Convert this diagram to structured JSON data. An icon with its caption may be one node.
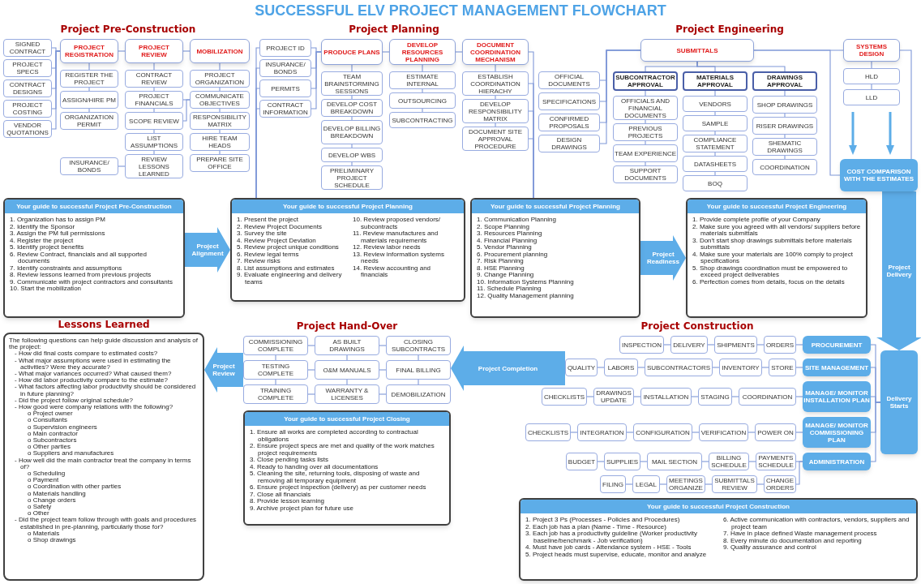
{
  "diagram": {
    "title": "SUCCESSFUL ELV PROJECT MANAGEMENT FLOWCHART",
    "nodes": [
      {
        "text": [
          "SIGNED CONTRACT"
        ]
      },
      {
        "text": [
          "PROJECT SPECS"
        ]
      },
      {
        "text": [
          "CONTRACT DESIGNS"
        ]
      },
      {
        "text": [
          "PROJECT COSTING"
        ]
      },
      {
        "text": [
          "VENDOR QUOTATIONS"
        ]
      },
      {
        "text": [
          "PROJECT REGISTRATION"
        ]
      },
      {
        "text": [
          "PROJECT REVIEW"
        ]
      },
      {
        "text": [
          "MOBILIZATION"
        ]
      },
      {
        "text": [
          "REGISTER THE PROJECT"
        ]
      },
      {
        "text": [
          "ASSIGN/HIRE PM"
        ]
      },
      {
        "text": [
          "ORGANIZATION PERMIT"
        ]
      },
      {
        "text": [
          "CONTRACT REVIEW"
        ]
      },
      {
        "text": [
          "PROJECT FINANCIALS"
        ]
      },
      {
        "text": [
          "SCOPE REVIEW"
        ]
      },
      {
        "text": [
          "LIST ASSUMPTIONS"
        ]
      },
      {
        "text": [
          "INSURANCE/ BONDS"
        ]
      },
      {
        "text": [
          "REVIEW LESSONS LEARNED"
        ]
      },
      {
        "text": [
          "PROJECT ORGANIZATION"
        ]
      },
      {
        "text": [
          "COMMUNICATE OBJECTIVES"
        ]
      },
      {
        "text": [
          "RESPONSIBILITY MATRIX"
        ]
      },
      {
        "text": [
          "HIRE TEAM HEADS"
        ]
      },
      {
        "text": [
          "PREPARE SITE OFFICE"
        ]
      },
      {
        "text": [
          "Your guide to successful Project Pre-Construction",
          "1. Organization has to assign PM",
          "2. Identify the Sponsor",
          "3. Assign the PM full permissions",
          "4. Register the project",
          "5. Identify project benefits",
          "6. Review Contract, financials and all supported documents",
          "7. Identify constraints and assumptions",
          "8. Review lessons learned from previous projects",
          "9. Communicate with project contractors and consultants",
          "10. Start the mobilization"
        ]
      },
      {
        "text": [
          "Your guide to successful Project Planning",
          "1. Present the project",
          "2. Review Project Documents",
          "3. Survey the site",
          "4. Review Project Deviation",
          "5. Review project unique conditions",
          "6. Review legal terms",
          "7. Review risks",
          "8. List assumptions and estimates",
          "9. Evaluate engineering and delivery teams",
          "10. Review proposed vendors/ subcontracts",
          "11. Review manufactures and materials requirements",
          "12. Review labor needs",
          "13. Review information systems needs",
          "14. Review accounting and financials"
        ]
      },
      {
        "text": [
          "PROJECT ID"
        ]
      },
      {
        "text": [
          "INSURANCE/ BONDS"
        ]
      },
      {
        "text": [
          "PERMITS"
        ]
      },
      {
        "text": [
          "CONTRACT INFORMATION"
        ]
      },
      {
        "text": [
          "PRODUCE PLANS"
        ]
      },
      {
        "text": [
          "DEVELOP RESOURCES PLANNING"
        ]
      },
      {
        "text": [
          "DOCUMENT COORDINATION MECHANISM"
        ]
      },
      {
        "text": [
          "TEAM BRAINSTORMING SESSIONS"
        ]
      },
      {
        "text": [
          "DEVELOP COST BREAKDOWN"
        ]
      },
      {
        "text": [
          "DEVELOP BILLING BREAKDOWN"
        ]
      },
      {
        "text": [
          "DEVELOP WBS"
        ]
      },
      {
        "text": [
          "PRELIMINARY PROJECT SCHEDULE"
        ]
      },
      {
        "text": [
          "ESTIMATE INTERNAL"
        ]
      },
      {
        "text": [
          "OUTSOURCING"
        ]
      },
      {
        "text": [
          "SUBCONTRACTING"
        ]
      },
      {
        "text": [
          "ESTABLISH COORDINATION HIERACHY"
        ]
      },
      {
        "text": [
          "DEVELOP RESPONSIBILITY MATRIX"
        ]
      },
      {
        "text": [
          "DOCUMENT SITE APPROVAL PROCEDURE"
        ]
      },
      {
        "text": [
          "Your guide to successful Project Planning",
          "1. Communication Planning",
          "2. Scope Planning",
          "3. Resources Planning",
          "4. Financial Planning",
          "5. Vendor Planning",
          "6. Procurement planning",
          "7. Risk Planning",
          "8. HSE Planning",
          "9. Change Planning",
          "10. Information Systems Planning",
          "11. Schedule Planning",
          "12. Quality Management planning"
        ]
      },
      {
        "text": [
          "OFFICIAL DOCUMENTS"
        ]
      },
      {
        "text": [
          "SPECIFICATIONS"
        ]
      },
      {
        "text": [
          "CONFIRMED PROPOSALS"
        ]
      },
      {
        "text": [
          "DESIGN DRAWINGS"
        ]
      },
      {
        "text": [
          "SUBMITTALS"
        ]
      },
      {
        "text": [
          "SYSTEMS DESIGN"
        ]
      },
      {
        "text": [
          "SUBCONTRACTOR APPROVAL"
        ]
      },
      {
        "text": [
          "MATERIALS APPROVAL"
        ]
      },
      {
        "text": [
          "DRAWINGS APPROVAL"
        ]
      },
      {
        "text": [
          "OFFICIALS AND FINANCIAL DOCUMENTS"
        ]
      },
      {
        "text": [
          "PREVIOUS PROJECTS"
        ]
      },
      {
        "text": [
          "TEAM EXPERIENCE"
        ]
      },
      {
        "text": [
          "SUPPORT DOCUMENTS"
        ]
      },
      {
        "text": [
          "VENDORS"
        ]
      },
      {
        "text": [
          "SAMPLE"
        ]
      },
      {
        "text": [
          "COMPLIANCE STATEMENT"
        ]
      },
      {
        "text": [
          "DATASHEETS"
        ]
      },
      {
        "text": [
          "BOQ"
        ]
      },
      {
        "text": [
          "SHOP DRAWINGS"
        ]
      },
      {
        "text": [
          "RISER DRAWINGS"
        ]
      },
      {
        "text": [
          "SHEMATIC DRAWINGS"
        ]
      },
      {
        "text": [
          "COORDINATION"
        ]
      },
      {
        "text": [
          "HLD"
        ]
      },
      {
        "text": [
          "LLD"
        ]
      },
      {
        "text": [
          "COST COMPARISON WITH THE ESTIMATES"
        ]
      },
      {
        "text": [
          "Your guide to successful Project Engineering",
          "1. Provide complete profile of your Company",
          "2. Make sure you agreed with all vendors/ suppliers before materials submittals",
          "3. Don't start shop drawings submittals before materials submittals",
          "4. Make sure your materials are 100% comply to project specifications",
          "5. Shop drawings coordination must be empowered to exceed project deliverables",
          "6. Perfection comes from details, focus on the details"
        ]
      },
      {
        "text": [
          "INSPECTION"
        ]
      },
      {
        "text": [
          "DELIVERY"
        ]
      },
      {
        "text": [
          "SHIPMENTS"
        ]
      },
      {
        "text": [
          "ORDERS"
        ]
      },
      {
        "text": [
          "PROCUREMENT"
        ]
      },
      {
        "text": [
          "QUALITY"
        ]
      },
      {
        "text": [
          "LABORS"
        ]
      },
      {
        "text": [
          "SUBCONTRACTORS"
        ]
      },
      {
        "text": [
          "INVENTORY"
        ]
      },
      {
        "text": [
          "STORE"
        ]
      },
      {
        "text": [
          "SITE MANAGEMENT"
        ]
      },
      {
        "text": [
          "CHECKLISTS"
        ]
      },
      {
        "text": [
          "DRAWINGS UPDATE"
        ]
      },
      {
        "text": [
          "INSTALLATION"
        ]
      },
      {
        "text": [
          "STAGING"
        ]
      },
      {
        "text": [
          "COORDINATION"
        ]
      },
      {
        "text": [
          "MANAGE/ MONITOR INSTALLATION PLAN"
        ]
      },
      {
        "text": [
          "CHECKLISTS"
        ]
      },
      {
        "text": [
          "INTEGRATION"
        ]
      },
      {
        "text": [
          "CONFIGURATION"
        ]
      },
      {
        "text": [
          "VERIFICATION"
        ]
      },
      {
        "text": [
          "POWER ON"
        ]
      },
      {
        "text": [
          "MANAGE/ MONITOR COMMISSIONING PLAN"
        ]
      },
      {
        "text": [
          "BUDGET"
        ]
      },
      {
        "text": [
          "SUPPLIES"
        ]
      },
      {
        "text": [
          "MAIL SECTION"
        ]
      },
      {
        "text": [
          "BILLING SCHEDULE"
        ]
      },
      {
        "text": [
          "PAYMENTS SCHEDULE"
        ]
      },
      {
        "text": [
          "ADMINISTRATION"
        ]
      },
      {
        "text": [
          "FILING"
        ]
      },
      {
        "text": [
          "LEGAL"
        ]
      },
      {
        "text": [
          "MEETINGS ORGANIZE"
        ]
      },
      {
        "text": [
          "SUBMITTALS REVIEW"
        ]
      },
      {
        "text": [
          "CHANGE ORDERS"
        ]
      },
      {
        "text": [
          "Delivery Starts"
        ]
      },
      {
        "text": [
          "Your guide to successful Project Construction",
          "1. Project 3 Ps (Processes - Policies and Procedures)",
          "2. Each job has a plan (Name - Time - Resource)",
          "3. Each job has a productivity guideline (Worker productivity baseline/benchmark - Job verification)",
          "4. Must have job cards - Attendance system - HSE - Tools",
          "5. Project heads must supervise, educate, monitor and analyze",
          "6. Active communication with contractors, vendors, suppliers and project team",
          "7. Have in place defined Waste management process",
          "8. Every minute do documentation and reporting",
          "9. Quality assurance and control"
        ]
      },
      {
        "text": [
          "COMMISSIONING COMPLETE"
        ]
      },
      {
        "text": [
          "AS BUILT DRAWINGS"
        ]
      },
      {
        "text": [
          "CLOSING SUBCONTRACTS"
        ]
      },
      {
        "text": [
          "TESTING COMPLETE"
        ]
      },
      {
        "text": [
          "O&M MANUALS"
        ]
      },
      {
        "text": [
          "FINAL BILLING"
        ]
      },
      {
        "text": [
          "TRAINING COMPLETE"
        ]
      },
      {
        "text": [
          "WARRANTY & LICENSES"
        ]
      },
      {
        "text": [
          "DEMOBILIZATION"
        ]
      },
      {
        "text": [
          "Your guide to successful Project Closing",
          "1. Ensure all works are completed according to contractual obligations",
          "2. Ensure project specs are met and quality of the work matches project requirements",
          "3. Close pending tasks lists",
          "4. Ready to handing over all documentations",
          "5. Cleaning the site, returning tools, disposing of waste and removing all temporary equipment",
          "6. Ensure project inspection (delivery) as per customer needs",
          "7. Close all financials",
          "8. Provide lesson learning",
          "9. Archive project plan for future use"
        ]
      },
      {
        "text": [
          "The following questions can help guide discussion and analysis of the project:",
          "- How did final costs compare to estimated costs?",
          "- What major assumptions were used in estimating the activities? Were they accurate?",
          "- What major variances occurred? What caused them?",
          "- How did labor productivity compare to the estimate?",
          "- What factors affecting labor productivity should be considered in future planning?",
          "- Did the project follow original schedule?",
          "- How good were company relations with the following?",
          "o Project owner",
          "o Consultants",
          "o Supervision engineers",
          "o Main contractor",
          "o Subcontractors",
          "o Other parties",
          "o Suppliers and manufactures",
          "- How well did the main contractor treat the company in terms of?",
          "o Scheduling",
          "o Payment",
          "o Coordination with other parties",
          "o Materials handling",
          "o Change orders",
          "o Safety",
          "o Other",
          "- Did the project team follow through with goals and procedures established in pre-planning, particularly those for?",
          "o Materials",
          "o Shop drawings"
        ],
        "beside": [
          "Lessons Learned"
        ]
      }
    ],
    "edges": [
      {
        "from": 0,
        "to": 5,
        "arrow": "none"
      },
      {
        "from": 1,
        "to": 5,
        "arrow": "none"
      },
      {
        "from": 2,
        "to": 5,
        "arrow": "none"
      },
      {
        "from": 3,
        "to": 5,
        "arrow": "none"
      },
      {
        "from": 4,
        "to": 5,
        "arrow": "none"
      },
      {
        "from": 5,
        "to": 6,
        "arrow": "none"
      },
      {
        "from": 6,
        "to": 7,
        "arrow": "none"
      },
      {
        "from": 5,
        "to": 8,
        "arrow": "none"
      },
      {
        "from": 8,
        "to": 9,
        "arrow": "none"
      },
      {
        "from": 9,
        "to": 10,
        "arrow": "none"
      },
      {
        "from": 6,
        "to": 11,
        "arrow": "none"
      },
      {
        "from": 11,
        "to": 12,
        "arrow": "none"
      },
      {
        "from": 12,
        "to": 13,
        "arrow": "none"
      },
      {
        "from": 13,
        "to": 14,
        "arrow": "none"
      },
      {
        "from": 14,
        "to": 16,
        "arrow": "none"
      },
      {
        "from": 15,
        "to": 16,
        "arrow": "none"
      },
      {
        "from": 7,
        "to": 17,
        "arrow": "none"
      },
      {
        "from": 17,
        "to": 18,
        "arrow": "none"
      },
      {
        "from": 18,
        "to": 19,
        "arrow": "none"
      },
      {
        "from": 19,
        "to": 20,
        "arrow": "none"
      },
      {
        "from": 20,
        "to": 21,
        "arrow": "none"
      },
      {
        "from": 12,
        "to": 18,
        "arrow": "none"
      },
      {
        "from": 13,
        "to": 18,
        "arrow": "none"
      },
      {
        "from": 22,
        "to": 23,
        "arrow": "to",
        "label": "Project Alignment",
        "style": "thick",
        "color": "#5dade8"
      },
      {
        "from": 23,
        "to": 24,
        "arrow": "none"
      },
      {
        "from": 23,
        "to": 25,
        "arrow": "none"
      },
      {
        "from": 23,
        "to": 26,
        "arrow": "none"
      },
      {
        "from": 23,
        "to": 27,
        "arrow": "none"
      },
      {
        "from": 24,
        "to": 28,
        "arrow": "none"
      },
      {
        "from": 25,
        "to": 28,
        "arrow": "none"
      },
      {
        "from": 26,
        "to": 28,
        "arrow": "none"
      },
      {
        "from": 27,
        "to": 28,
        "arrow": "none"
      },
      {
        "from": 28,
        "to": 29,
        "arrow": "none"
      },
      {
        "from": 29,
        "to": 30,
        "arrow": "none"
      },
      {
        "from": 28,
        "to": 31,
        "arrow": "none"
      },
      {
        "from": 31,
        "to": 32,
        "arrow": "none"
      },
      {
        "from": 32,
        "to": 33,
        "arrow": "none"
      },
      {
        "from": 33,
        "to": 34,
        "arrow": "none"
      },
      {
        "from": 34,
        "to": 35,
        "arrow": "none"
      },
      {
        "from": 29,
        "to": 36,
        "arrow": "none"
      },
      {
        "from": 36,
        "to": 37,
        "arrow": "none"
      },
      {
        "from": 37,
        "to": 38,
        "arrow": "none"
      },
      {
        "from": 30,
        "to": 39,
        "arrow": "none"
      },
      {
        "from": 39,
        "to": 40,
        "arrow": "none"
      },
      {
        "from": 40,
        "to": 41,
        "arrow": "none"
      },
      {
        "from": 30,
        "to": 42,
        "arrow": "none"
      },
      {
        "from": 39,
        "to": 42,
        "arrow": "none"
      },
      {
        "from": 40,
        "to": 42,
        "arrow": "none"
      },
      {
        "from": 41,
        "to": 42,
        "arrow": "none"
      },
      {
        "from": 42,
        "to": 68,
        "arrow": "to",
        "label": "Project Readiness",
        "style": "thick",
        "color": "#5dade8"
      },
      {
        "from": 43,
        "to": 47,
        "arrow": "none"
      },
      {
        "from": 44,
        "to": 47,
        "arrow": "none"
      },
      {
        "from": 45,
        "to": 47,
        "arrow": "none"
      },
      {
        "from": 46,
        "to": 47,
        "arrow": "none"
      },
      {
        "from": 47,
        "to": 48,
        "arrow": "none"
      },
      {
        "from": 47,
        "to": 49,
        "arrow": "none"
      },
      {
        "from": 47,
        "to": 50,
        "arrow": "none"
      },
      {
        "from": 47,
        "to": 51,
        "arrow": "none"
      },
      {
        "from": 49,
        "to": 52,
        "arrow": "none"
      },
      {
        "from": 52,
        "to": 53,
        "arrow": "none"
      },
      {
        "from": 53,
        "to": 54,
        "arrow": "none"
      },
      {
        "from": 54,
        "to": 55,
        "arrow": "none"
      },
      {
        "from": 50,
        "to": 56,
        "arrow": "none"
      },
      {
        "from": 56,
        "to": 57,
        "arrow": "none"
      },
      {
        "from": 57,
        "to": 58,
        "arrow": "none"
      },
      {
        "from": 58,
        "to": 59,
        "arrow": "none"
      },
      {
        "from": 59,
        "to": 60,
        "arrow": "none"
      },
      {
        "from": 51,
        "to": 61,
        "arrow": "none"
      },
      {
        "from": 61,
        "to": 62,
        "arrow": "none"
      },
      {
        "from": 62,
        "to": 63,
        "arrow": "none"
      },
      {
        "from": 63,
        "to": 64,
        "arrow": "none"
      },
      {
        "from": 48,
        "to": 65,
        "arrow": "none"
      },
      {
        "from": 65,
        "to": 66,
        "arrow": "none"
      },
      {
        "from": 47,
        "to": 67,
        "arrow": "none"
      },
      {
        "from": 48,
        "to": 67,
        "arrow": "none"
      },
      {
        "from": 67,
        "to": 103,
        "arrow": "to",
        "label": "Project Delivery",
        "style": "thick",
        "color": "#5dade8"
      },
      {
        "from": 69,
        "to": 70,
        "arrow": "none"
      },
      {
        "from": 70,
        "to": 71,
        "arrow": "none"
      },
      {
        "from": 71,
        "to": 72,
        "arrow": "none"
      },
      {
        "from": 72,
        "to": 73,
        "arrow": "none"
      },
      {
        "from": 74,
        "to": 75,
        "arrow": "none"
      },
      {
        "from": 75,
        "to": 76,
        "arrow": "none"
      },
      {
        "from": 76,
        "to": 77,
        "arrow": "none"
      },
      {
        "from": 77,
        "to": 78,
        "arrow": "none"
      },
      {
        "from": 78,
        "to": 79,
        "arrow": "none"
      },
      {
        "from": 80,
        "to": 81,
        "arrow": "none"
      },
      {
        "from": 81,
        "to": 82,
        "arrow": "none"
      },
      {
        "from": 82,
        "to": 83,
        "arrow": "none"
      },
      {
        "from": 83,
        "to": 84,
        "arrow": "none"
      },
      {
        "from": 84,
        "to": 85,
        "arrow": "none"
      },
      {
        "from": 86,
        "to": 87,
        "arrow": "none"
      },
      {
        "from": 87,
        "to": 88,
        "arrow": "none"
      },
      {
        "from": 88,
        "to": 89,
        "arrow": "none"
      },
      {
        "from": 89,
        "to": 90,
        "arrow": "none"
      },
      {
        "from": 90,
        "to": 91,
        "arrow": "none"
      },
      {
        "from": 92,
        "to": 93,
        "arrow": "none"
      },
      {
        "from": 93,
        "to": 94,
        "arrow": "none"
      },
      {
        "from": 94,
        "to": 95,
        "arrow": "none"
      },
      {
        "from": 95,
        "to": 96,
        "arrow": "none"
      },
      {
        "from": 96,
        "to": 97,
        "arrow": "none"
      },
      {
        "from": 98,
        "to": 99,
        "arrow": "none"
      },
      {
        "from": 99,
        "to": 100,
        "arrow": "none"
      },
      {
        "from": 100,
        "to": 101,
        "arrow": "none"
      },
      {
        "from": 101,
        "to": 102,
        "arrow": "none"
      },
      {
        "from": 102,
        "to": 97,
        "arrow": "none"
      },
      {
        "from": 73,
        "to": 103,
        "arrow": "none"
      },
      {
        "from": 79,
        "to": 103,
        "arrow": "none"
      },
      {
        "from": 85,
        "to": 103,
        "arrow": "none"
      },
      {
        "from": 91,
        "to": 103,
        "arrow": "none"
      },
      {
        "from": 97,
        "to": 103,
        "arrow": "none"
      },
      {
        "from": 74,
        "to": 110,
        "arrow": "to",
        "label": "Project Completion",
        "style": "thick",
        "color": "#5dade8"
      },
      {
        "from": 108,
        "to": 115,
        "arrow": "to",
        "label": "Project Review",
        "style": "thick",
        "color": "#5dade8"
      },
      {
        "from": 105,
        "to": 106,
        "arrow": "none"
      },
      {
        "from": 106,
        "to": 107,
        "arrow": "none"
      },
      {
        "from": 108,
        "to": 109,
        "arrow": "none"
      },
      {
        "from": 109,
        "to": 110,
        "arrow": "none"
      },
      {
        "from": 111,
        "to": 112,
        "arrow": "none"
      },
      {
        "from": 112,
        "to": 113,
        "arrow": "none"
      },
      {
        "from": 105,
        "to": 108,
        "arrow": "none"
      },
      {
        "from": 108,
        "to": 111,
        "arrow": "none"
      },
      {
        "from": 106,
        "to": 109,
        "arrow": "none"
      },
      {
        "from": 109,
        "to": 112,
        "arrow": "none"
      },
      {
        "from": 107,
        "to": 110,
        "arrow": "none"
      },
      {
        "from": 110,
        "to": 113,
        "arrow": "none"
      }
    ],
    "labels": [
      "Project Pre-Construction",
      "Project Planning",
      "Project Engineering",
      "Project Construction",
      "Project Hand-Over"
    ]
  }
}
